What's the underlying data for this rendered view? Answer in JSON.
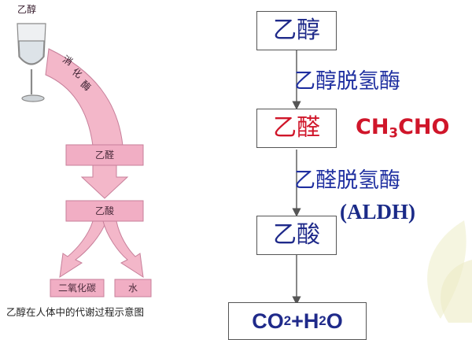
{
  "left": {
    "top_label": "乙醇",
    "enzyme_label": [
      "消",
      "化",
      "酶"
    ],
    "box1": "乙醛",
    "box2": "乙酸",
    "box3": "二氧化碳",
    "box4": "水",
    "caption": "乙醇在人体中的代谢过程示意图"
  },
  "right": {
    "step1": "乙醇",
    "enzyme1": "乙醇脱氢酶",
    "step2": "乙醛",
    "formula2": {
      "a": "CH",
      "b": "3",
      "c": "CHO"
    },
    "enzyme2": "乙醛脱氢酶",
    "enzyme2_abbr": "(ALDH)",
    "step3": "乙酸",
    "final": {
      "a": "CO",
      "b": "2",
      "c": "+H",
      "d": "2",
      "e": "O"
    }
  },
  "colors": {
    "pink": "#f3b7c9",
    "pink_edge": "#c77f9a",
    "blue_text": "#1f2fa0",
    "red_text": "#d0162a"
  }
}
